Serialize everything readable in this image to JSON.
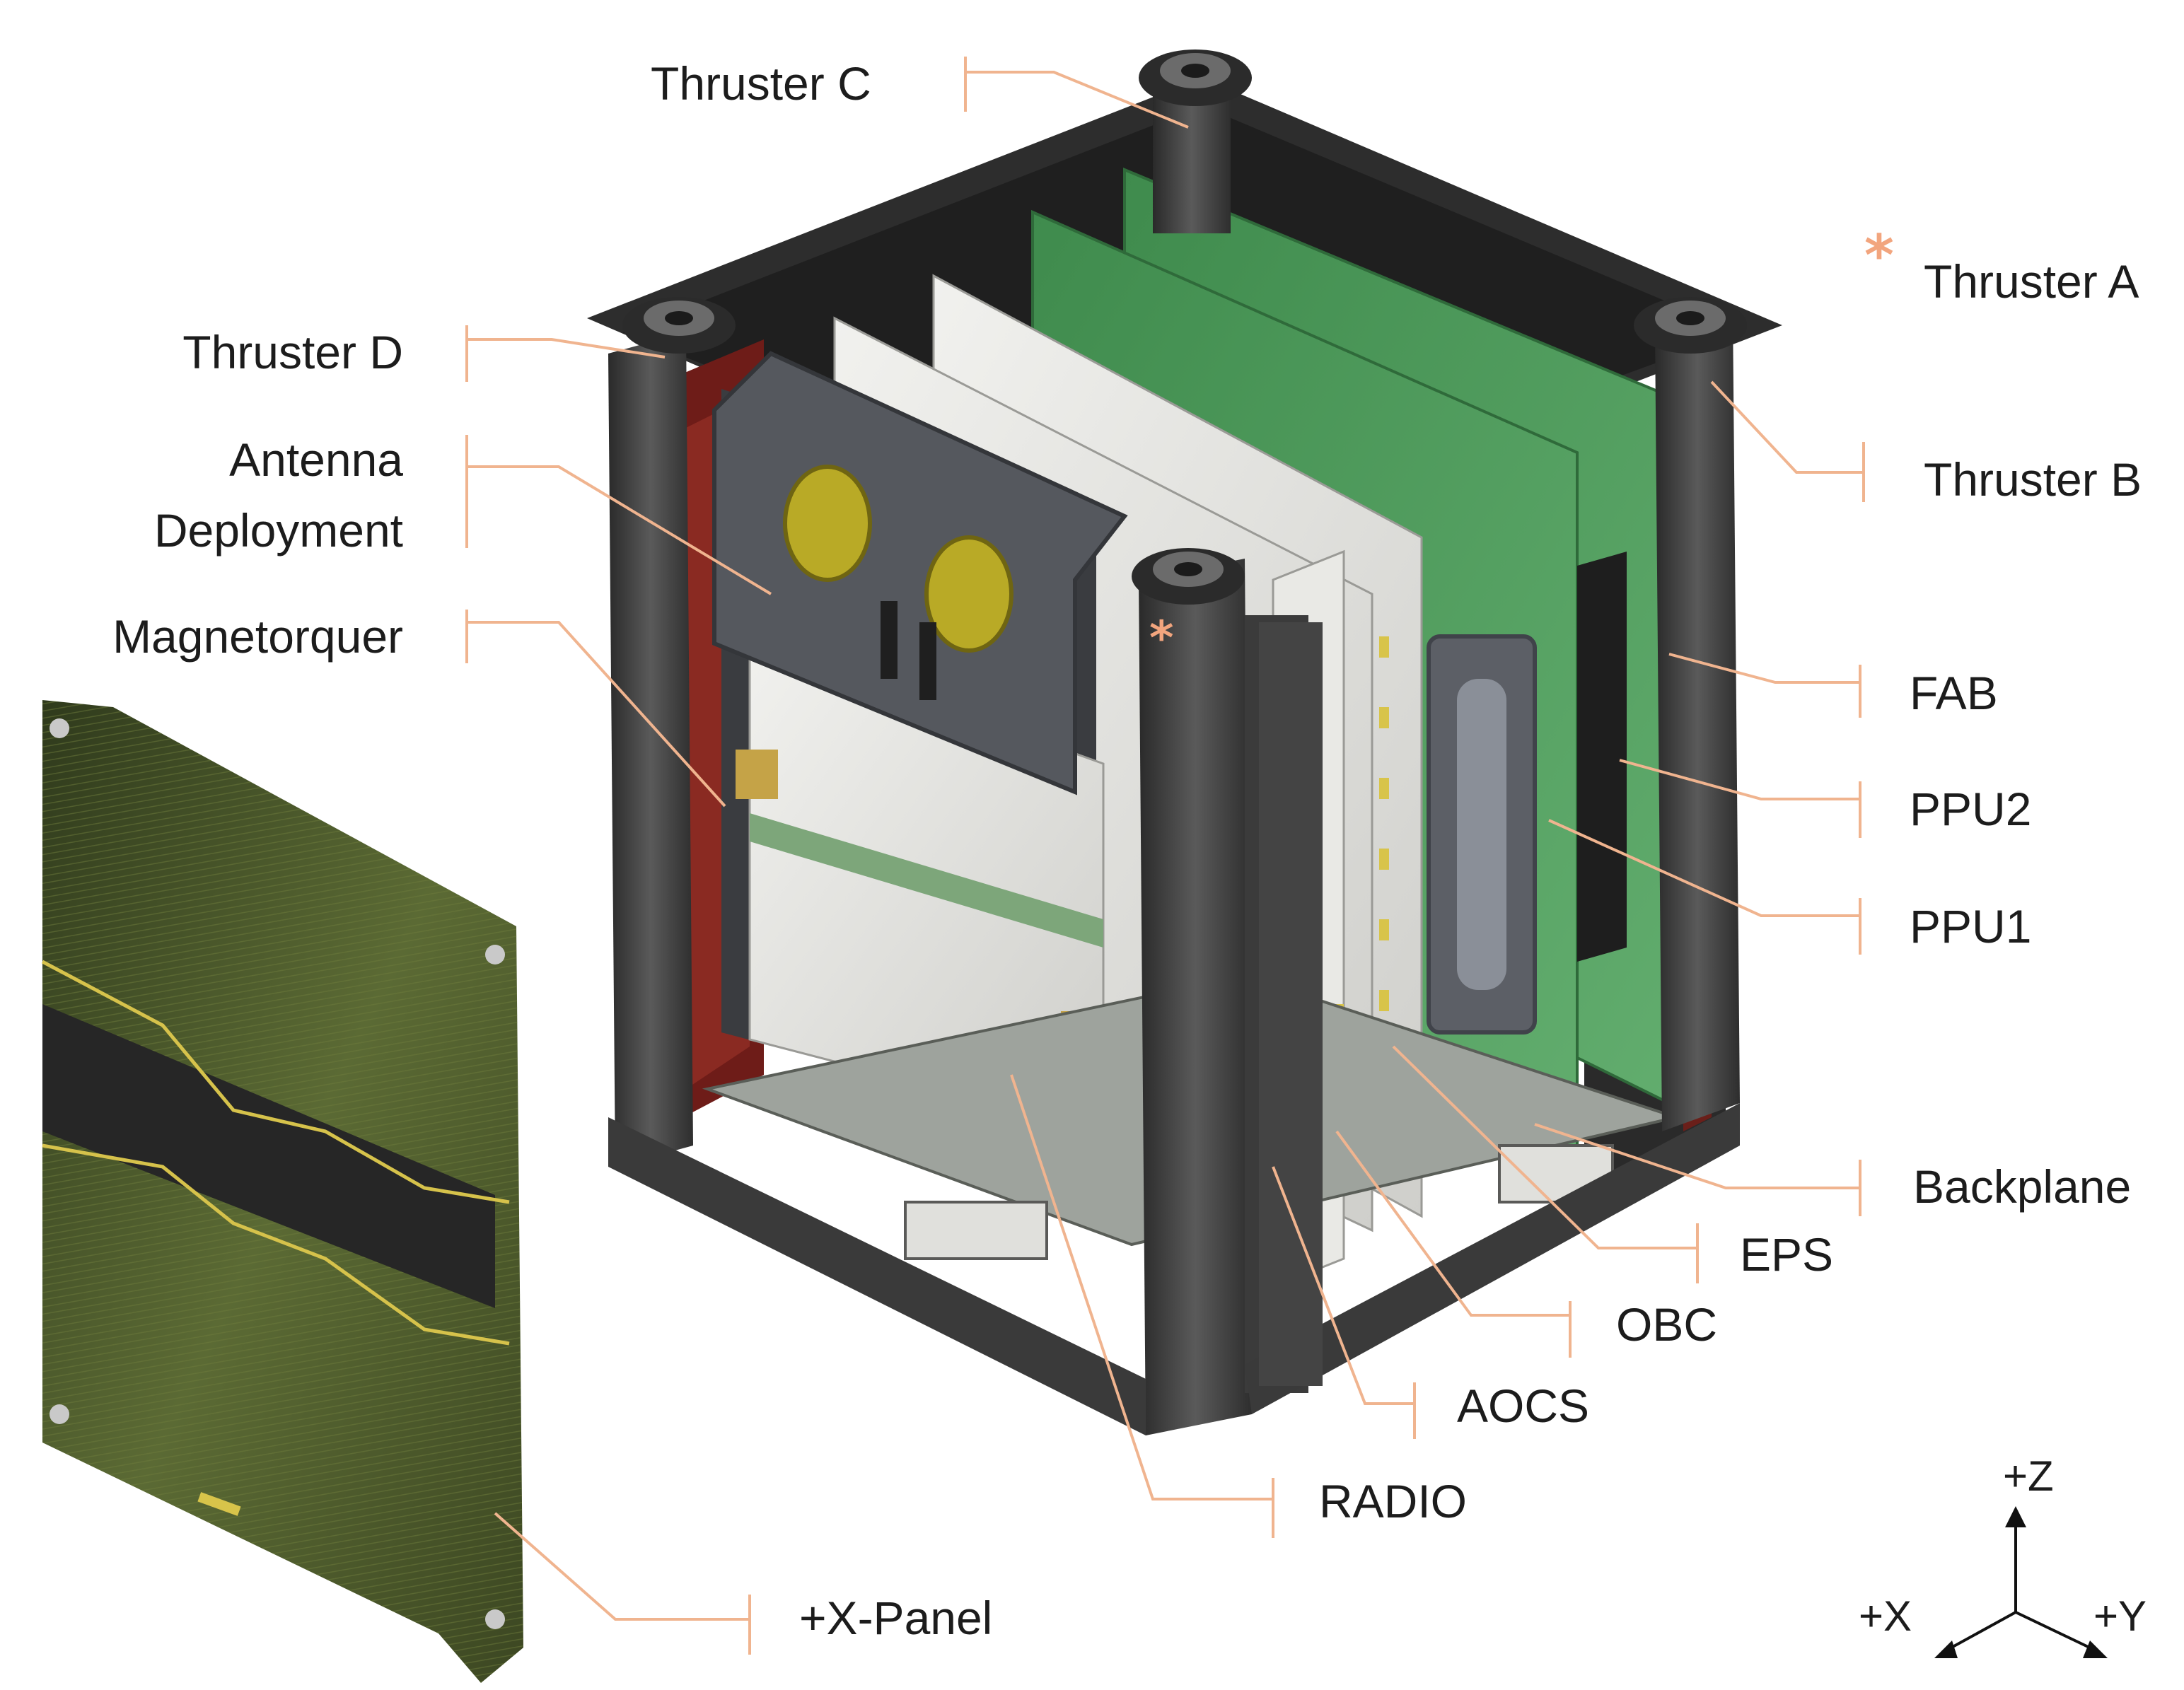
{
  "colors": {
    "leader": "#f0b48f",
    "asterisk": "#f2a57e",
    "frame": "#3a3a3a",
    "pcb_green": "#4f9a5e",
    "board_white": "#e4e4e0",
    "red_panel": "#7a1f1a",
    "solar": "#4d5a2c",
    "pad_yellow": "#d8c44a"
  },
  "labels": {
    "thruster_c": "Thruster C",
    "thruster_a": "Thruster A",
    "thruster_d": "Thruster D",
    "thruster_b": "Thruster B",
    "antenna_deployment_line1": "Antenna",
    "antenna_deployment_line2": "Deployment",
    "magnetorquer": "Magnetorquer",
    "fab": "FAB",
    "ppu2": "PPU2",
    "ppu1": "PPU1",
    "backplane": "Backplane",
    "eps": "EPS",
    "obc": "OBC",
    "aocs": "AOCS",
    "radio": "RADIO",
    "x_panel": "+X-Panel"
  },
  "markers": {
    "thruster_a_asterisk": "*",
    "corner_asterisk": "*"
  },
  "axes": {
    "z": "+Z",
    "x": "+X",
    "y": "+Y"
  },
  "icons": [
    "arrow-up-icon",
    "arrow-down-left-icon",
    "arrow-down-right-icon"
  ]
}
